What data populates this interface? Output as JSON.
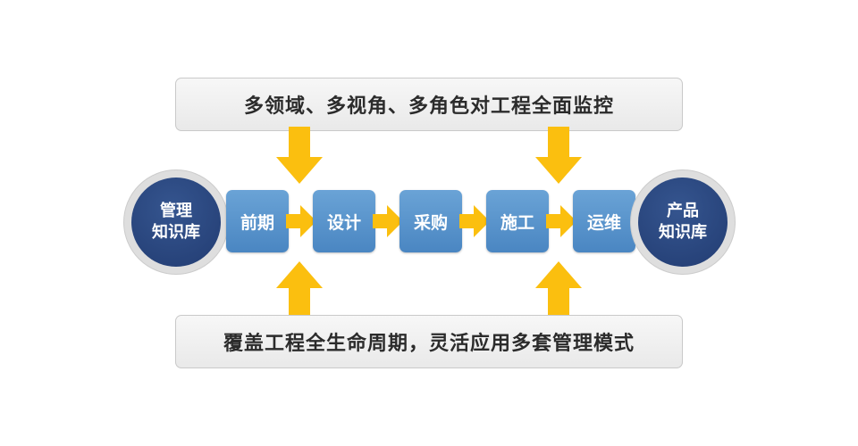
{
  "top_banner": {
    "text": "多领域、多视角、多角色对工程全面监控"
  },
  "bottom_banner": {
    "text": "覆盖工程全生命周期，灵活应用多套管理模式"
  },
  "left_kb": {
    "line1": "管理",
    "line2": "知识库"
  },
  "right_kb": {
    "line1": "产品",
    "line2": "知识库"
  },
  "stages": [
    "前期",
    "设计",
    "采购",
    "施工",
    "运维"
  ],
  "colors": {
    "arrow": "#fbbf0f",
    "stage": "#5b95cd",
    "kb_circle": "#2a4880",
    "banner_bg": "#f0f0f0"
  }
}
